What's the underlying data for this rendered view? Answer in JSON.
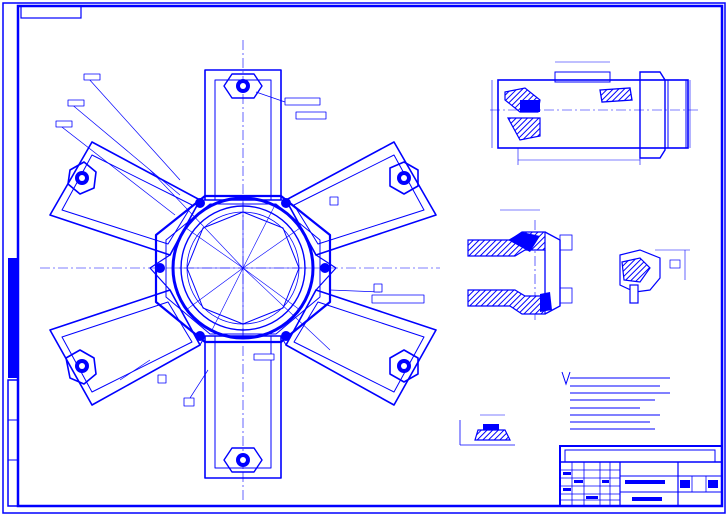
{
  "drawing": {
    "line_color": "#0000ff",
    "section_fill": "#0000ff",
    "hatch_fill": "#4040c0",
    "background": "#ffffff"
  },
  "top_left_stamp": "",
  "top_right_mark": "",
  "main_view": {
    "callouts": []
  },
  "section_views": [
    {
      "name": "section-a",
      "caption": ""
    },
    {
      "name": "section-b",
      "caption": ""
    },
    {
      "name": "section-c",
      "caption": ""
    },
    {
      "name": "section-d",
      "caption": ""
    }
  ],
  "title_block": {
    "doc_number": "",
    "part_name": "",
    "sheet_code": ""
  }
}
